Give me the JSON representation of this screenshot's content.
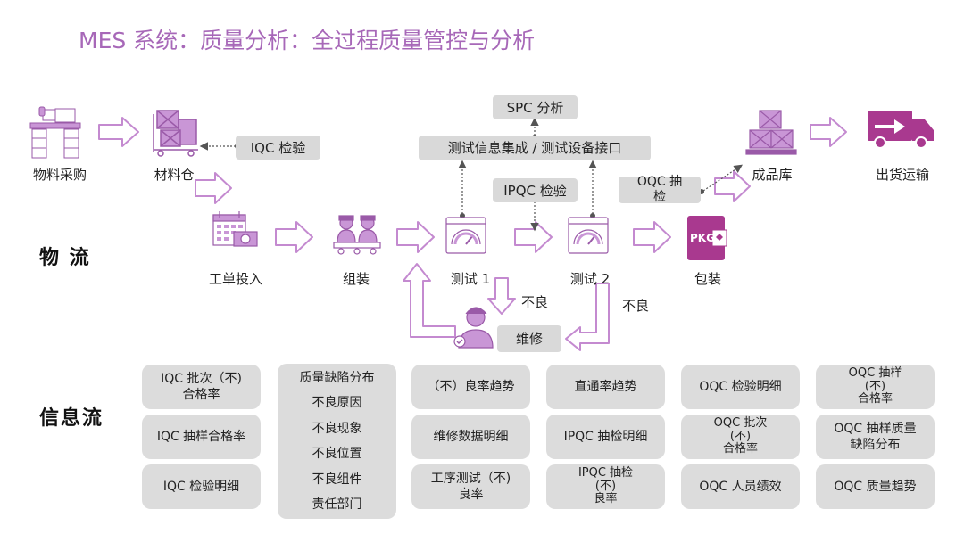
{
  "title": "MES 系统：质量分析：全过程质量管控与分析",
  "sections": {
    "material_flow": "物 流",
    "info_flow": "信息流"
  },
  "nodes": {
    "procure": "物料采购",
    "warehouse": "材料仓",
    "order": "工单投入",
    "assembly": "组装",
    "test1": "测试 1",
    "test2": "测试 2",
    "pack": "包装",
    "finished": "成品库",
    "ship": "出货运输",
    "repair": "维修"
  },
  "tags": {
    "spc": "SPC 分析",
    "iqc": "IQC 检验",
    "test_integration": "测试信息集成 / 测试设备接口",
    "ipqc": "IPQC 检验",
    "oqc": "OQC 抽\n检",
    "pkg": "PKG",
    "defect1": "不良",
    "defect2": "不良"
  },
  "info_columns": [
    {
      "boxes": [
        "IQC 批次（不)\n合格率",
        "IQC 抽样合格率",
        "IQC 检验明细"
      ]
    },
    {
      "list": [
        "质量缺陷分布",
        "不良原因",
        "不良现象",
        "不良位置",
        "不良组件",
        "责任部门"
      ]
    },
    {
      "boxes": [
        "（不）良率趋势",
        "维修数据明细",
        "工序测试（不)\n良率"
      ]
    },
    {
      "boxes": [
        "直通率趋势",
        "IPQC 抽检明细",
        "IPQC 抽检\n(不)\n良率"
      ]
    },
    {
      "boxes": [
        "OQC 检验明细",
        "OQC 批次\n(不)\n合格率",
        "OQC 人员绩效"
      ]
    },
    {
      "boxes": [
        "OQC 抽样\n(不)\n合格率",
        "OQC 抽样质量\n缺陷分布",
        "OQC 质量趋势"
      ]
    }
  ],
  "colors": {
    "accent": "#a768b8",
    "accent_fill": "#c996d6",
    "box_gray": "#dcdcdc"
  }
}
